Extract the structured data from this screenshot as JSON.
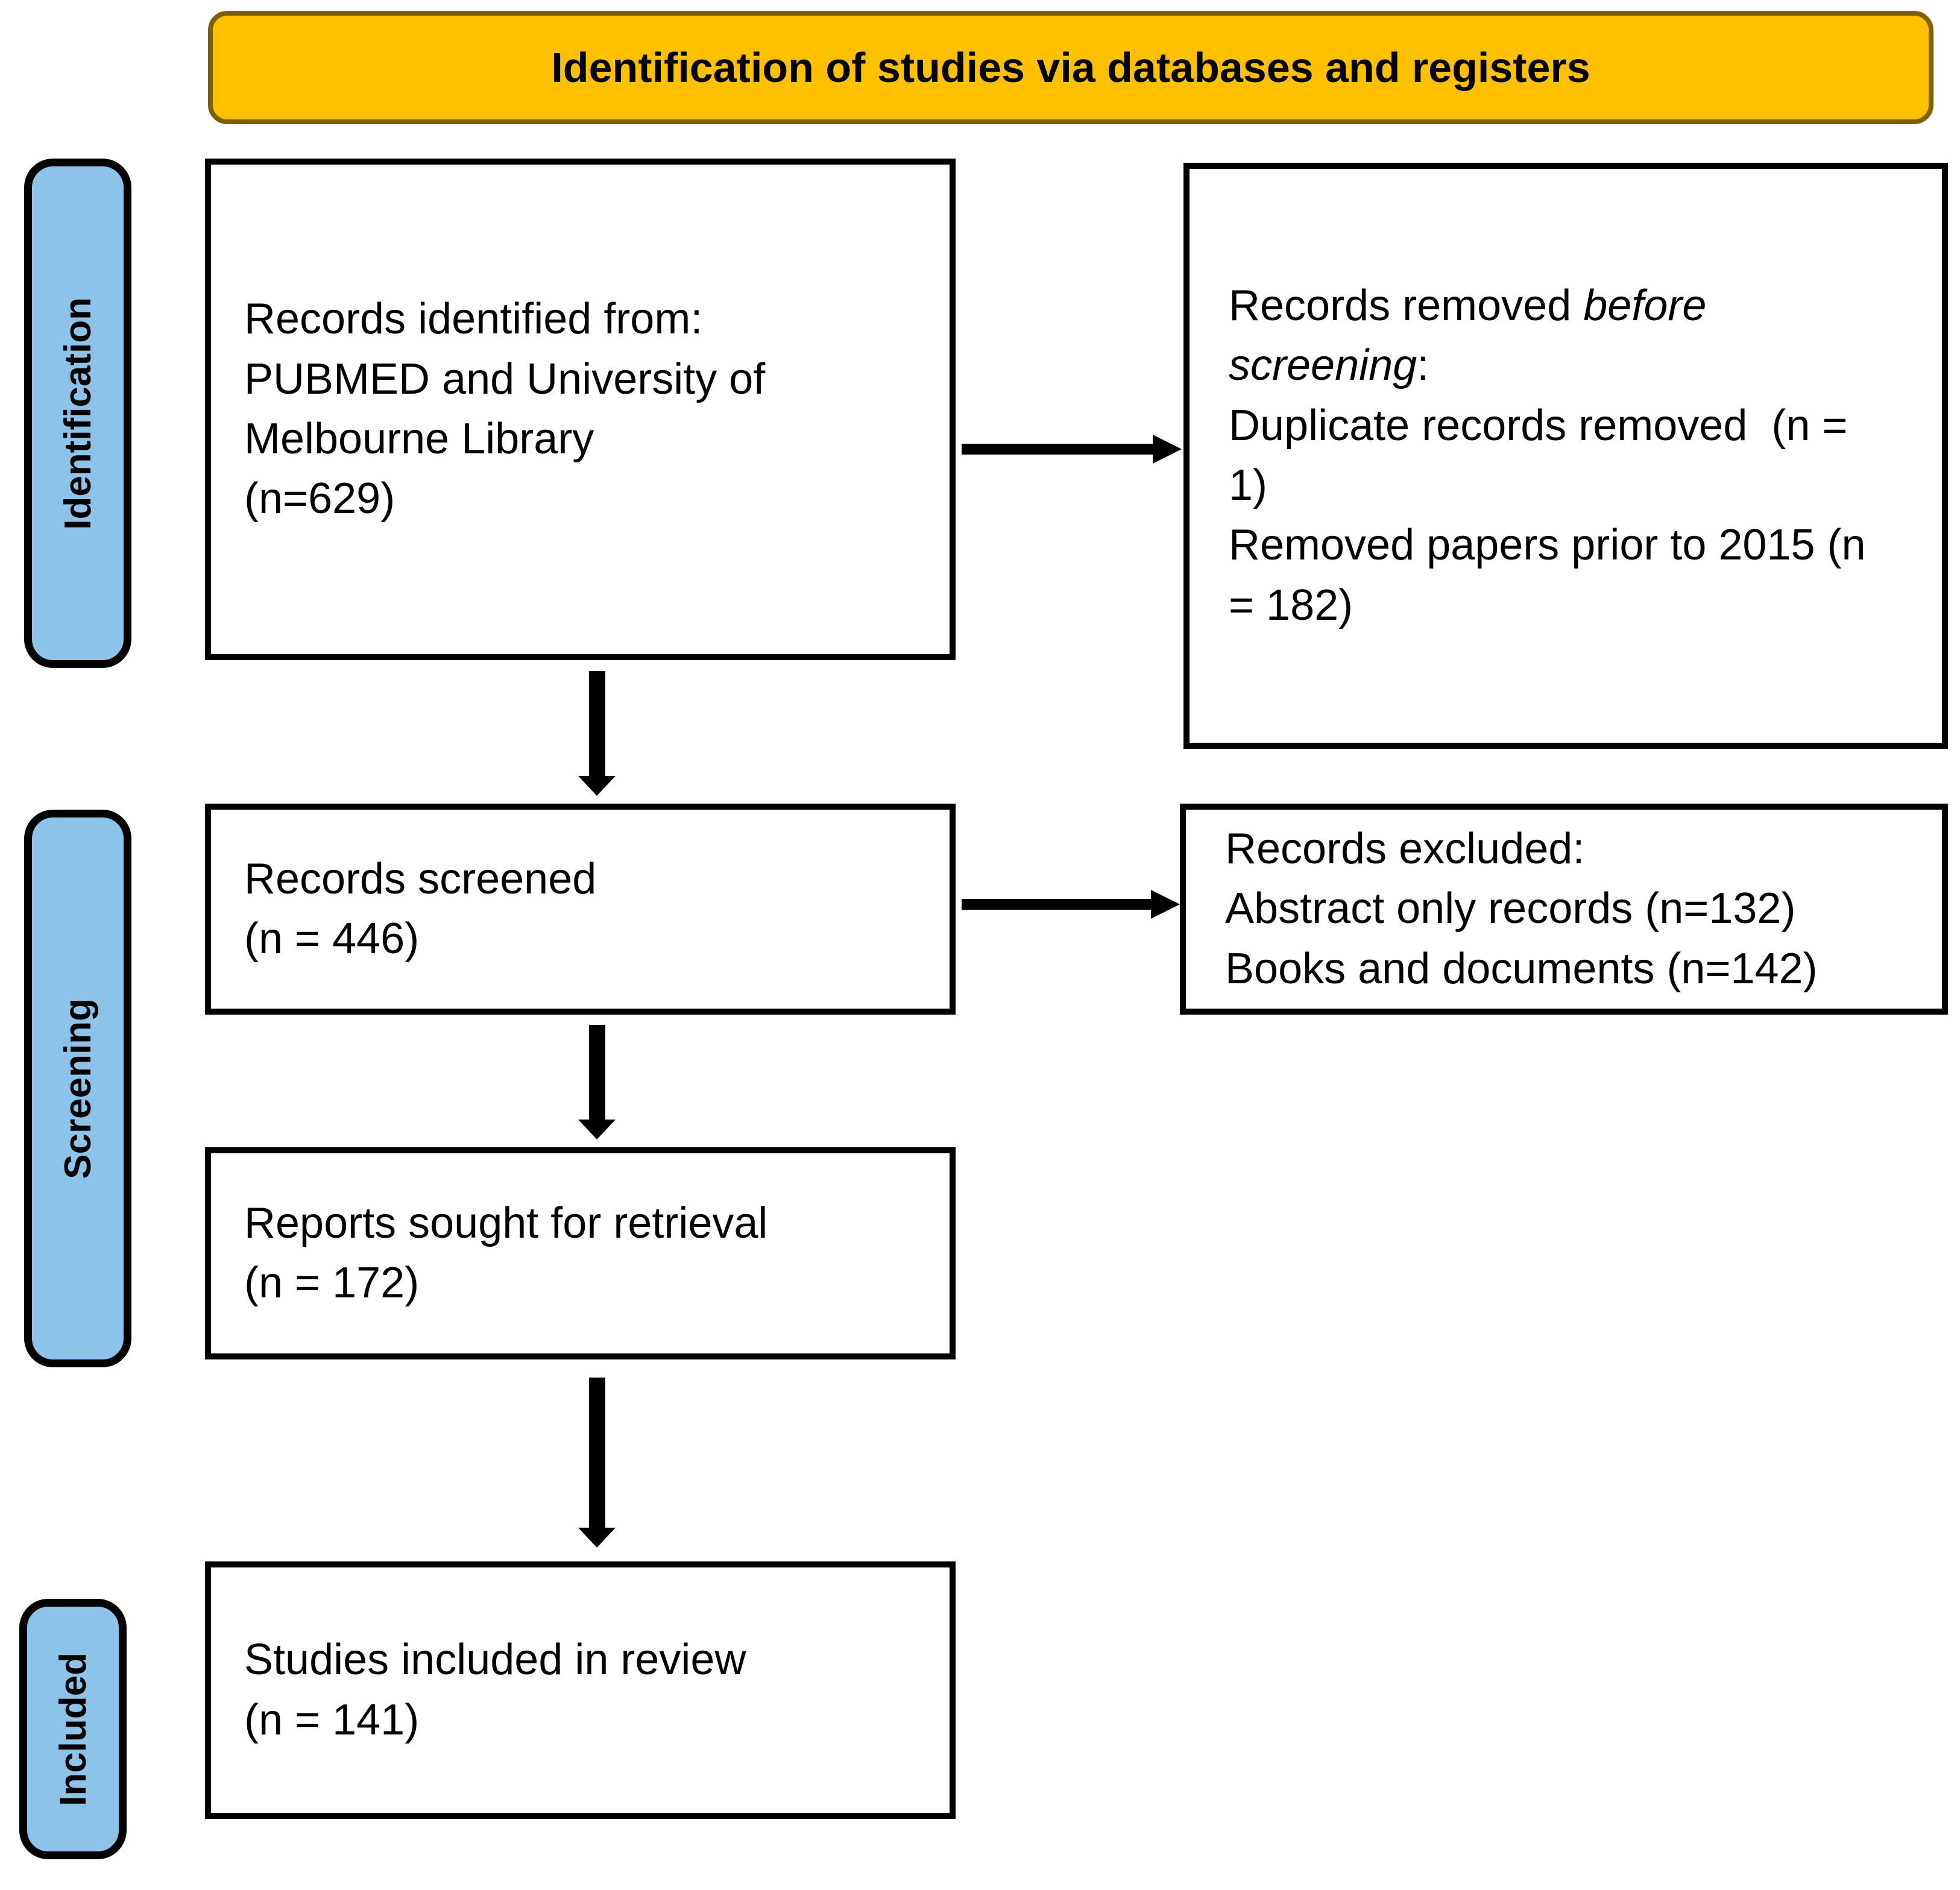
{
  "header": {
    "title": "Identification of studies via databases and registers"
  },
  "stages": [
    {
      "id": "identification",
      "label": "Identification"
    },
    {
      "id": "screening",
      "label": "Screening"
    },
    {
      "id": "included",
      "label": "Included"
    }
  ],
  "flow_boxes": [
    {
      "id": "records-identified",
      "lines": [
        "Records identified from:",
        "PUBMED and University of Melbourne Library",
        "(n=629)"
      ]
    },
    {
      "id": "records-removed",
      "lines": [
        [
          {
            "t": "Records removed "
          },
          {
            "t": "before screening",
            "i": true
          },
          {
            "t": ":"
          }
        ],
        "Duplicate records removed  (n = 1)",
        "Removed papers prior to 2015 (n = 182)"
      ]
    },
    {
      "id": "records-screened",
      "lines": [
        "Records screened",
        "(n = 446)"
      ]
    },
    {
      "id": "records-excluded",
      "lines": [
        "Records excluded:",
        "Abstract only records (n=132)",
        "Books and documents (n=142)"
      ]
    },
    {
      "id": "reports-sought",
      "lines": [
        "Reports sought for retrieval",
        "(n = 172)"
      ]
    },
    {
      "id": "studies-included",
      "lines": [
        "Studies included in review",
        "(n = 141)"
      ]
    }
  ],
  "counts": {
    "identified": 629,
    "duplicates_removed": 1,
    "removed_prior_to_2015": 182,
    "screened": 446,
    "excluded_abstract_only": 132,
    "excluded_books_documents": 142,
    "sought_for_retrieval": 172,
    "included_in_review": 141
  },
  "colors": {
    "header_fill": "#FFC000",
    "header_border": "#7F6000",
    "stage_fill": "#8DC3E9",
    "box_border": "#000000",
    "background": "#FFFFFF",
    "text": "#000000"
  }
}
